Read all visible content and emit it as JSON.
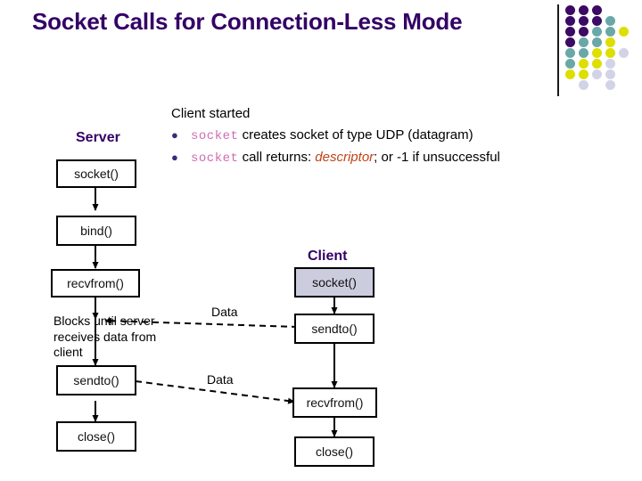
{
  "slide": {
    "title": "Socket Calls for Connection-Less Mode"
  },
  "decoration": {
    "divider_name": "vertical-rule",
    "palette": {
      "purple": "#3b0a63",
      "teal": "#6aa8a8",
      "yellow": "#dede00",
      "lavender": "#d3d3e8"
    },
    "dots": [
      {
        "col": 0,
        "row": 0,
        "color": "#3b0a63"
      },
      {
        "col": 1,
        "row": 0,
        "color": "#3b0a63"
      },
      {
        "col": 2,
        "row": 0,
        "color": "#3b0a63"
      },
      {
        "col": 0,
        "row": 1,
        "color": "#3b0a63"
      },
      {
        "col": 1,
        "row": 1,
        "color": "#3b0a63"
      },
      {
        "col": 2,
        "row": 1,
        "color": "#3b0a63"
      },
      {
        "col": 3,
        "row": 1,
        "color": "#6aa8a8"
      },
      {
        "col": 0,
        "row": 2,
        "color": "#3b0a63"
      },
      {
        "col": 1,
        "row": 2,
        "color": "#3b0a63"
      },
      {
        "col": 2,
        "row": 2,
        "color": "#6aa8a8"
      },
      {
        "col": 3,
        "row": 2,
        "color": "#6aa8a8"
      },
      {
        "col": 4,
        "row": 2,
        "color": "#dede00"
      },
      {
        "col": 0,
        "row": 3,
        "color": "#3b0a63"
      },
      {
        "col": 1,
        "row": 3,
        "color": "#6aa8a8"
      },
      {
        "col": 2,
        "row": 3,
        "color": "#6aa8a8"
      },
      {
        "col": 3,
        "row": 3,
        "color": "#dede00"
      },
      {
        "col": 0,
        "row": 4,
        "color": "#6aa8a8"
      },
      {
        "col": 1,
        "row": 4,
        "color": "#6aa8a8"
      },
      {
        "col": 2,
        "row": 4,
        "color": "#dede00"
      },
      {
        "col": 3,
        "row": 4,
        "color": "#dede00"
      },
      {
        "col": 4,
        "row": 4,
        "color": "#d3d3e8"
      },
      {
        "col": 0,
        "row": 5,
        "color": "#6aa8a8"
      },
      {
        "col": 1,
        "row": 5,
        "color": "#dede00"
      },
      {
        "col": 2,
        "row": 5,
        "color": "#dede00"
      },
      {
        "col": 3,
        "row": 5,
        "color": "#d3d3e8"
      },
      {
        "col": 0,
        "row": 6,
        "color": "#dede00"
      },
      {
        "col": 1,
        "row": 6,
        "color": "#dede00"
      },
      {
        "col": 2,
        "row": 6,
        "color": "#d3d3e8"
      },
      {
        "col": 3,
        "row": 6,
        "color": "#d3d3e8"
      },
      {
        "col": 1,
        "row": 7,
        "color": "#d3d3e8"
      },
      {
        "col": 3,
        "row": 7,
        "color": "#d3d3e8"
      }
    ]
  },
  "content": {
    "lead": "Client started",
    "bullets": [
      {
        "marker": "●",
        "code": "socket",
        "text_before_emph": " creates socket of type UDP (datagram)",
        "emph": "",
        "text_after_emph": ""
      },
      {
        "marker": "●",
        "code": "socket",
        "text_before_emph": " call returns: ",
        "emph": "descriptor",
        "text_after_emph": ";  or -1 if unsuccessful"
      }
    ]
  },
  "diagram": {
    "server": {
      "heading": "Server",
      "nodes": [
        {
          "label": "socket()",
          "tinted": false
        },
        {
          "label": "bind()",
          "tinted": false
        },
        {
          "label": "recvfrom()",
          "tinted": false
        },
        {
          "label": "sendto()",
          "tinted": false
        },
        {
          "label": "close()",
          "tinted": false
        }
      ],
      "note": [
        "Blocks until server",
        "receives data from",
        "client"
      ]
    },
    "client": {
      "heading": "Client",
      "nodes": [
        {
          "label": "socket()",
          "tinted": true
        },
        {
          "label": "sendto()",
          "tinted": false
        },
        {
          "label": "recvfrom()",
          "tinted": false
        },
        {
          "label": "close()",
          "tinted": false
        }
      ]
    },
    "data_links": [
      {
        "label": "Data",
        "direction": "client-to-server"
      },
      {
        "label": "Data",
        "direction": "server-to-client"
      }
    ]
  }
}
